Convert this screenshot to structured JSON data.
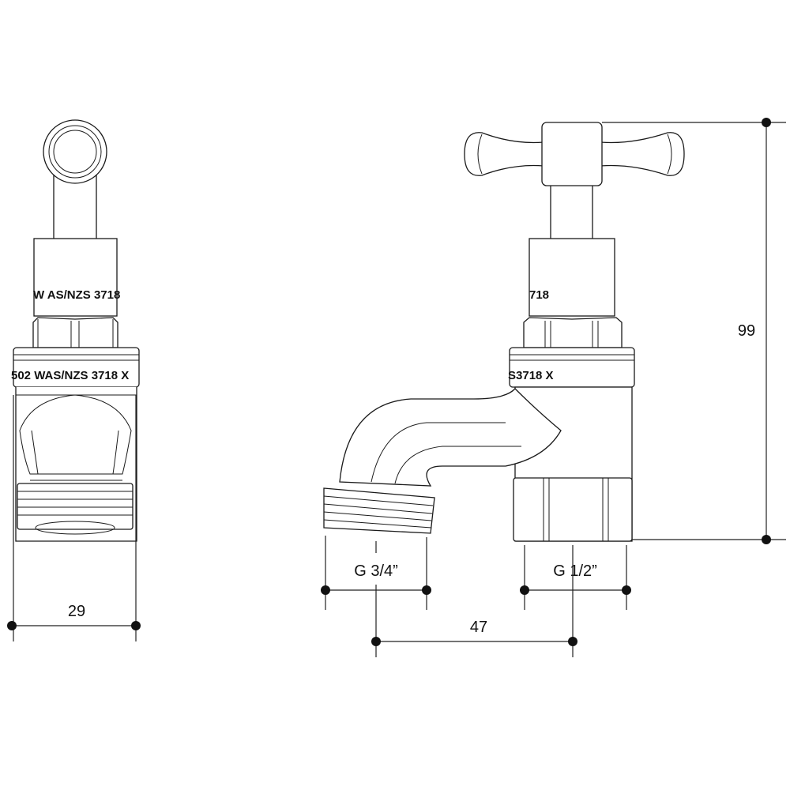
{
  "drawing": {
    "front_view": {
      "bonnet_marking": "W AS/NZS 3718",
      "body_marking": "502 WAS/NZS 3718 X"
    },
    "side_view": {
      "bonnet_marking": "718",
      "body_marking": "S3718 X"
    },
    "dimensions": {
      "width": "29",
      "height": "99",
      "outlet_thread": "G 3/4”",
      "inlet_thread": "G 1/2”",
      "spout_reach": "47"
    }
  }
}
